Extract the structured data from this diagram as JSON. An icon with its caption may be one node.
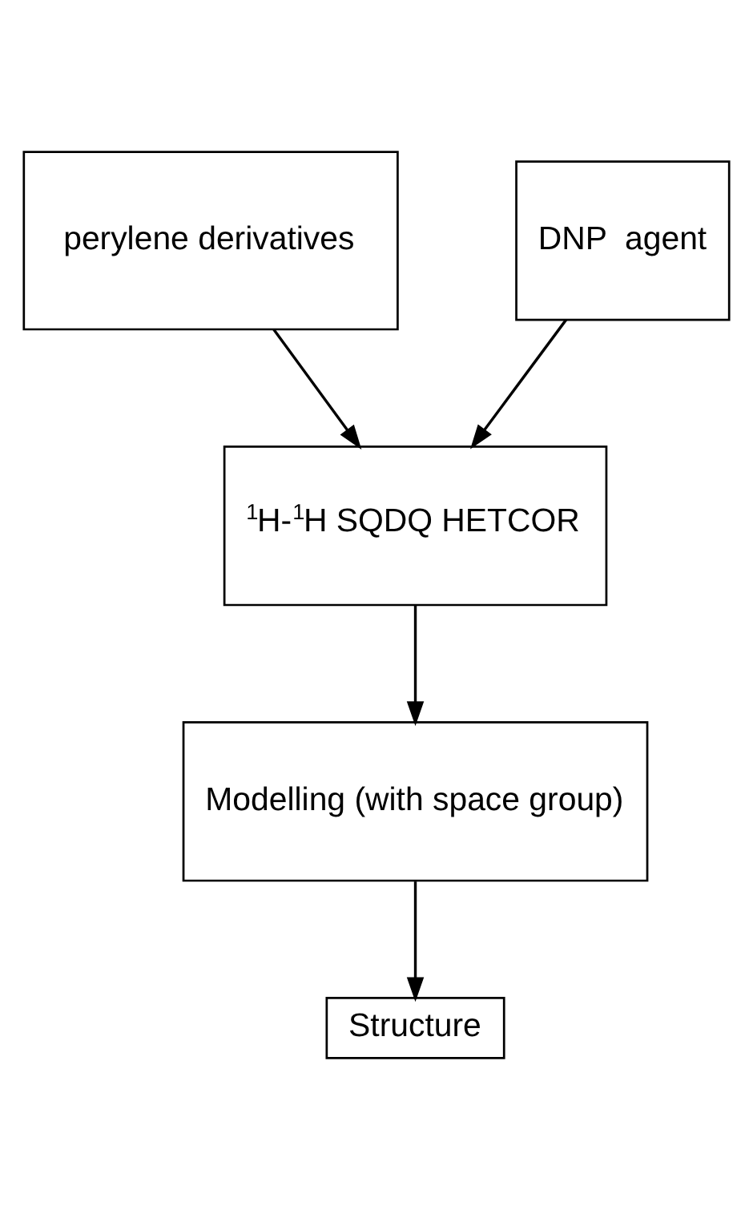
{
  "diagram": {
    "nodes": [
      {
        "text": [
          "perylene derivatives"
        ]
      },
      {
        "text": [
          "DNP  agent"
        ]
      },
      {
        "text": [
          "$^{1}$H-$^{1}$H SQDQ HETCOR"
        ]
      },
      {
        "text": [
          "Modelling (with space group)"
        ]
      },
      {
        "text": [
          "Structure"
        ]
      }
    ],
    "edges": [
      {
        "from": 0,
        "to": 2,
        "arrow": "to"
      },
      {
        "from": 1,
        "to": 2,
        "arrow": "to"
      },
      {
        "from": 2,
        "to": 3,
        "arrow": "to"
      },
      {
        "from": 3,
        "to": 4,
        "arrow": "to"
      }
    ]
  }
}
